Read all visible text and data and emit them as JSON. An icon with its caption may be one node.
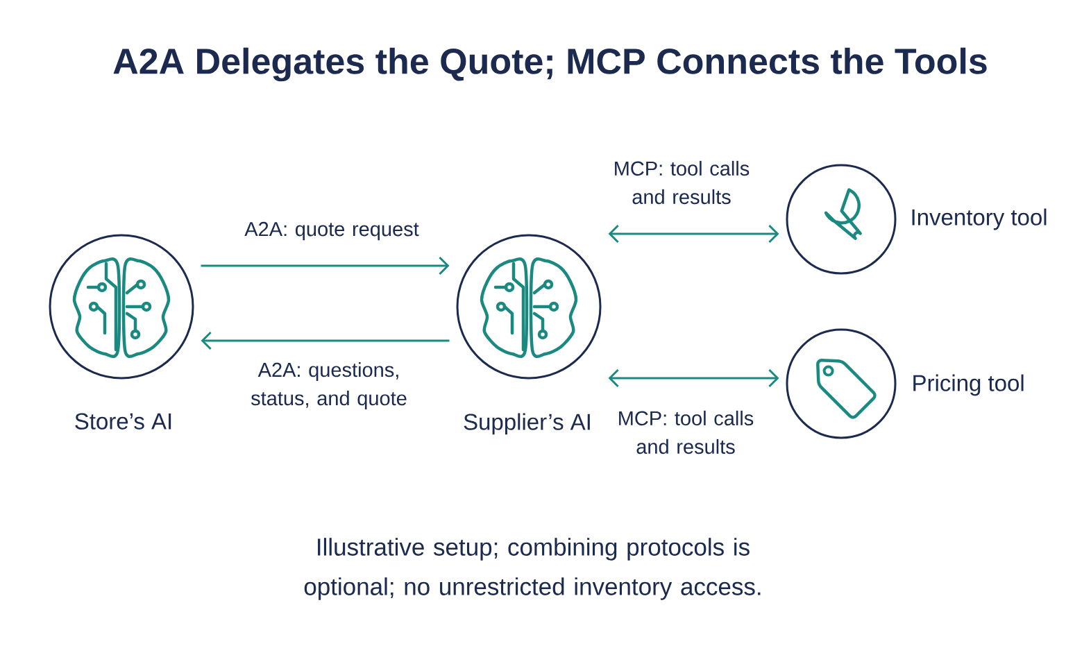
{
  "diagram": {
    "title": "A2A Delegates the Quote; MCP Connects the Tools",
    "caption": "Illustrative setup; combining protocols is optional; no unrestricted inventory access.",
    "nodes": [
      {
        "text": [
          "Store’s AI"
        ]
      },
      {
        "text": [
          "Supplier’s AI"
        ]
      },
      {
        "text": [
          "Inventory tool"
        ]
      },
      {
        "text": [
          "Pricing tool"
        ]
      }
    ],
    "edges": [
      {
        "from": 0,
        "to": 1,
        "arrow": "to",
        "label": "A2A: quote request"
      },
      {
        "from": 1,
        "to": 0,
        "arrow": "to",
        "label": "A2A: questions, status, and quote"
      },
      {
        "from": 1,
        "to": 2,
        "arrow": "both",
        "label": "MCP: tool calls and results"
      },
      {
        "from": 1,
        "to": 3,
        "arrow": "both",
        "label": "MCP: tool calls and results"
      }
    ]
  }
}
